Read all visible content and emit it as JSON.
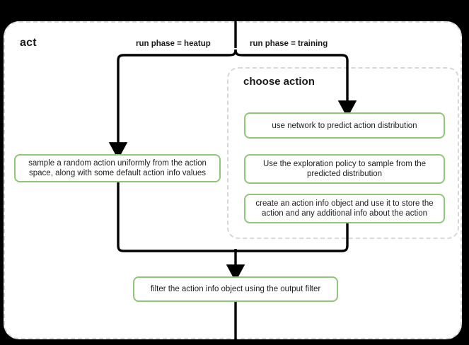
{
  "diagram": {
    "type": "flowchart",
    "title": "act",
    "outer_container": {
      "label": "act",
      "border_style": "dashed",
      "border_color": "#d8d8d8",
      "background": "#ffffff"
    },
    "inner_container": {
      "label": "choose action",
      "border_style": "dashed",
      "border_color": "#d8d8d8",
      "background": "#ffffff"
    },
    "accent_color": "#8dc873",
    "line_color": "#000000",
    "canvas_background": "#000000",
    "edge_labels": [
      {
        "id": "heatup",
        "text": "run phase = heatup"
      },
      {
        "id": "training",
        "text": "run phase = training"
      }
    ],
    "nodes": [
      {
        "id": "sample",
        "text": "sample a random action uniformly from the action space, along with some default action info values"
      },
      {
        "id": "network",
        "text": "use network to predict action distribution"
      },
      {
        "id": "explore",
        "text": "Use the exploration policy to sample from the predicted distribution"
      },
      {
        "id": "create",
        "text": "create an action info object and use it to store the action and any additional info about the action"
      },
      {
        "id": "filter",
        "text": "filter the action info object using the output filter"
      }
    ]
  }
}
